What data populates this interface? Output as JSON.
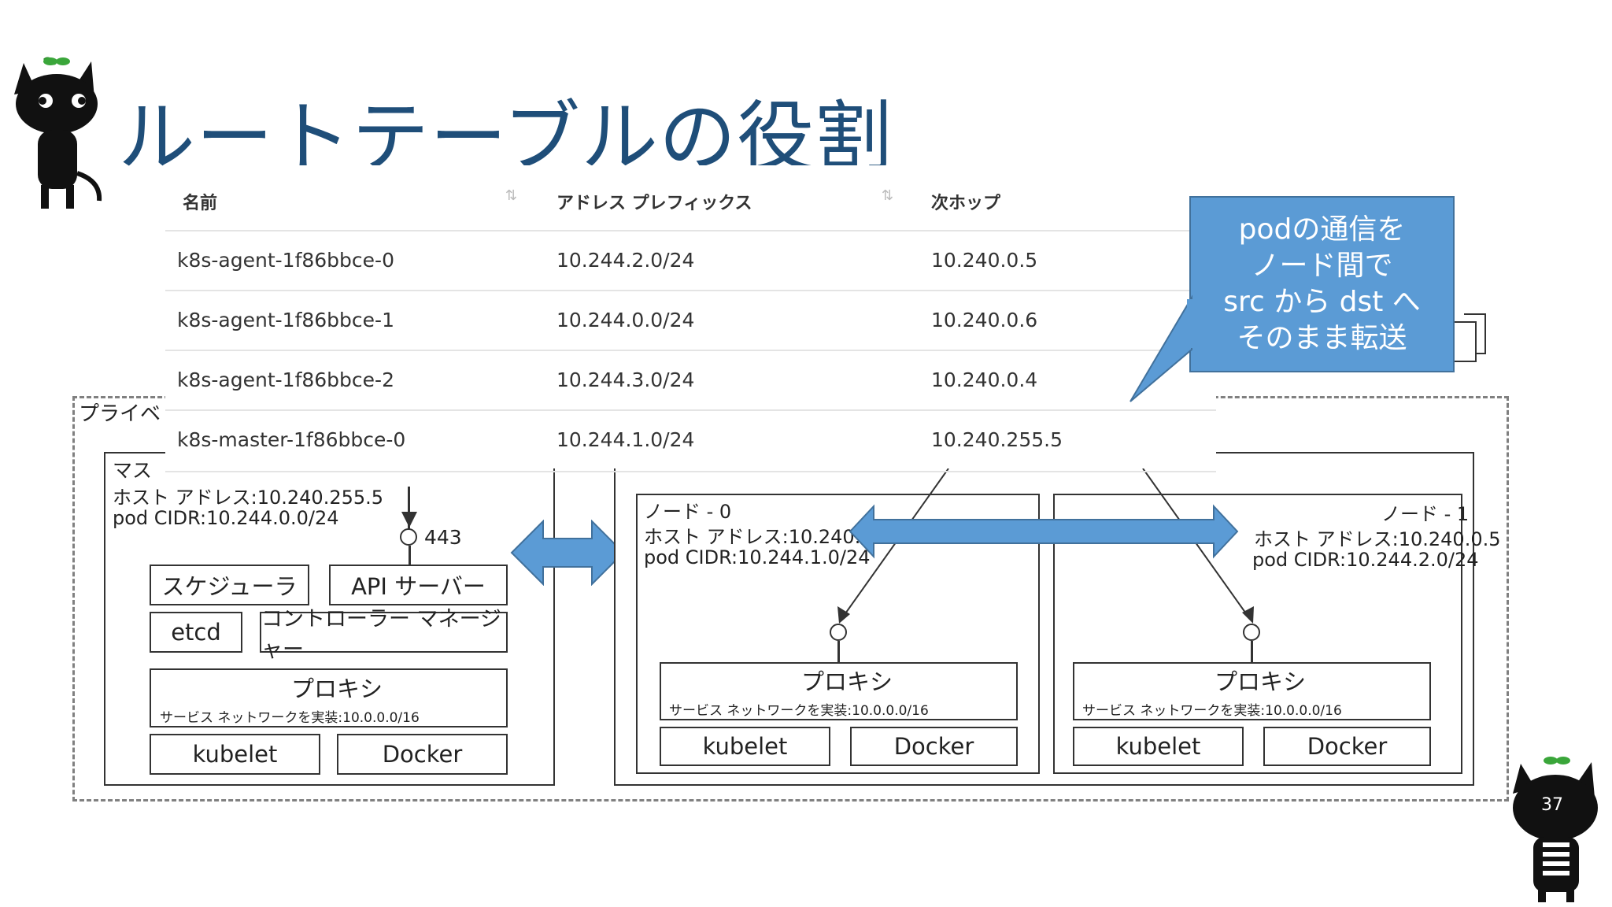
{
  "slide": {
    "title": "ルートテーブルの役割",
    "page_number": "37"
  },
  "table": {
    "headers": [
      "名前",
      "アドレス プレフィックス",
      "次ホップ"
    ],
    "rows": [
      [
        "k8s-agent-1f86bbce-0",
        "10.244.2.0/24",
        "10.240.0.5"
      ],
      [
        "k8s-agent-1f86bbce-1",
        "10.244.0.0/24",
        "10.240.0.6"
      ],
      [
        "k8s-agent-1f86bbce-2",
        "10.244.3.0/24",
        "10.240.0.4"
      ],
      [
        "k8s-master-1f86bbce-0",
        "10.244.1.0/24",
        "10.240.255.5"
      ]
    ]
  },
  "callout": {
    "lines": [
      "podの通信を",
      "ノード間で",
      "src から dst へ",
      "そのまま転送"
    ],
    "color": "#5b9bd5"
  },
  "diagram": {
    "private_label": "プライベ",
    "master": {
      "label": "マス",
      "host_address": "ホスト アドレス:10.240.255.5",
      "pod_cidr": "pod CIDR:10.244.0.0/24",
      "port": "443",
      "scheduler": "スケジューラ",
      "api_server": "API サーバー",
      "etcd": "etcd",
      "controller_manager": "コントローラー マネージャー",
      "proxy": "プロキシ",
      "proxy_note": "サービス ネットワークを実装:10.0.0.0/16",
      "kubelet": "kubelet",
      "docker": "Docker"
    },
    "node0": {
      "label": "ノード - 0",
      "host_address": "ホスト アドレス:10.240.0.4",
      "pod_cidr": "pod CIDR:10.244.1.0/24",
      "proxy": "プロキシ",
      "proxy_note": "サービス ネットワークを実装:10.0.0.0/16",
      "kubelet": "kubelet",
      "docker": "Docker"
    },
    "node1": {
      "label": "ノード - 1",
      "host_address": "ホスト アドレス:10.240.0.5",
      "pod_cidr": "pod CIDR:10.244.2.0/24",
      "proxy": "プロキシ",
      "proxy_note": "サービス ネットワークを実装:10.0.0.0/16",
      "kubelet": "kubelet",
      "docker": "Docker"
    },
    "arrow_color": "#5b9bd5",
    "title_color": "#1f4e79"
  }
}
